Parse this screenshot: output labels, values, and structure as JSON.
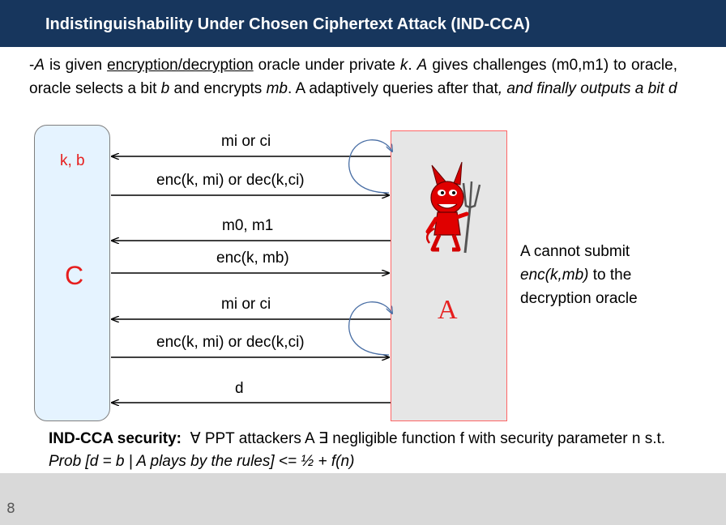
{
  "header": {
    "title": "Indistinguishability Under Chosen Ciphertext Attack (IND-CCA)"
  },
  "intro": {
    "p1": "-",
    "p2": "A",
    "p3": " is given ",
    "p4": "encryption/decryption",
    "p5": " oracle under private ",
    "p6": "k",
    "p7": ". ",
    "p8": "A",
    "p9": " gives challenges (m0,m1) to oracle, oracle selects a bit ",
    "p10": "b",
    "p11": " and encrypts ",
    "p12": "mb",
    "p13": ". A adaptively queries after that",
    "p14": ", and finally outputs a bit d"
  },
  "diagram": {
    "challenger_keys": "k, b",
    "challenger_label": "C",
    "adversary_label": "A",
    "messages": [
      "mi  or ci",
      "enc(k, mi) or dec(k,ci)",
      "m0, m1",
      "enc(k, mb)",
      "mi  or ci",
      "enc(k, mi) or dec(k,ci)",
      "d"
    ],
    "colors": {
      "challenger_fill": "#e5f3ff",
      "adversary_border": "#ff6666",
      "label_red": "#e61e1e",
      "loop_arrow": "#4a6fa5"
    },
    "icons": [
      "devil-with-pitchfork-icon"
    ]
  },
  "side_note": {
    "s1": "A cannot submit ",
    "s2": "enc(k,mb)",
    "s3": " to the decryption oracle"
  },
  "security": {
    "label": "IND-CCA security:",
    "s1": "∀",
    "s2": " PPT attackers A ",
    "s3": "∃",
    "s4": " negligible function f with security parameter n s.t. ",
    "s5": "Prob [d = b | A plays by the rules] <= ½ + f(n)"
  },
  "footer": {
    "page_number": "8"
  }
}
